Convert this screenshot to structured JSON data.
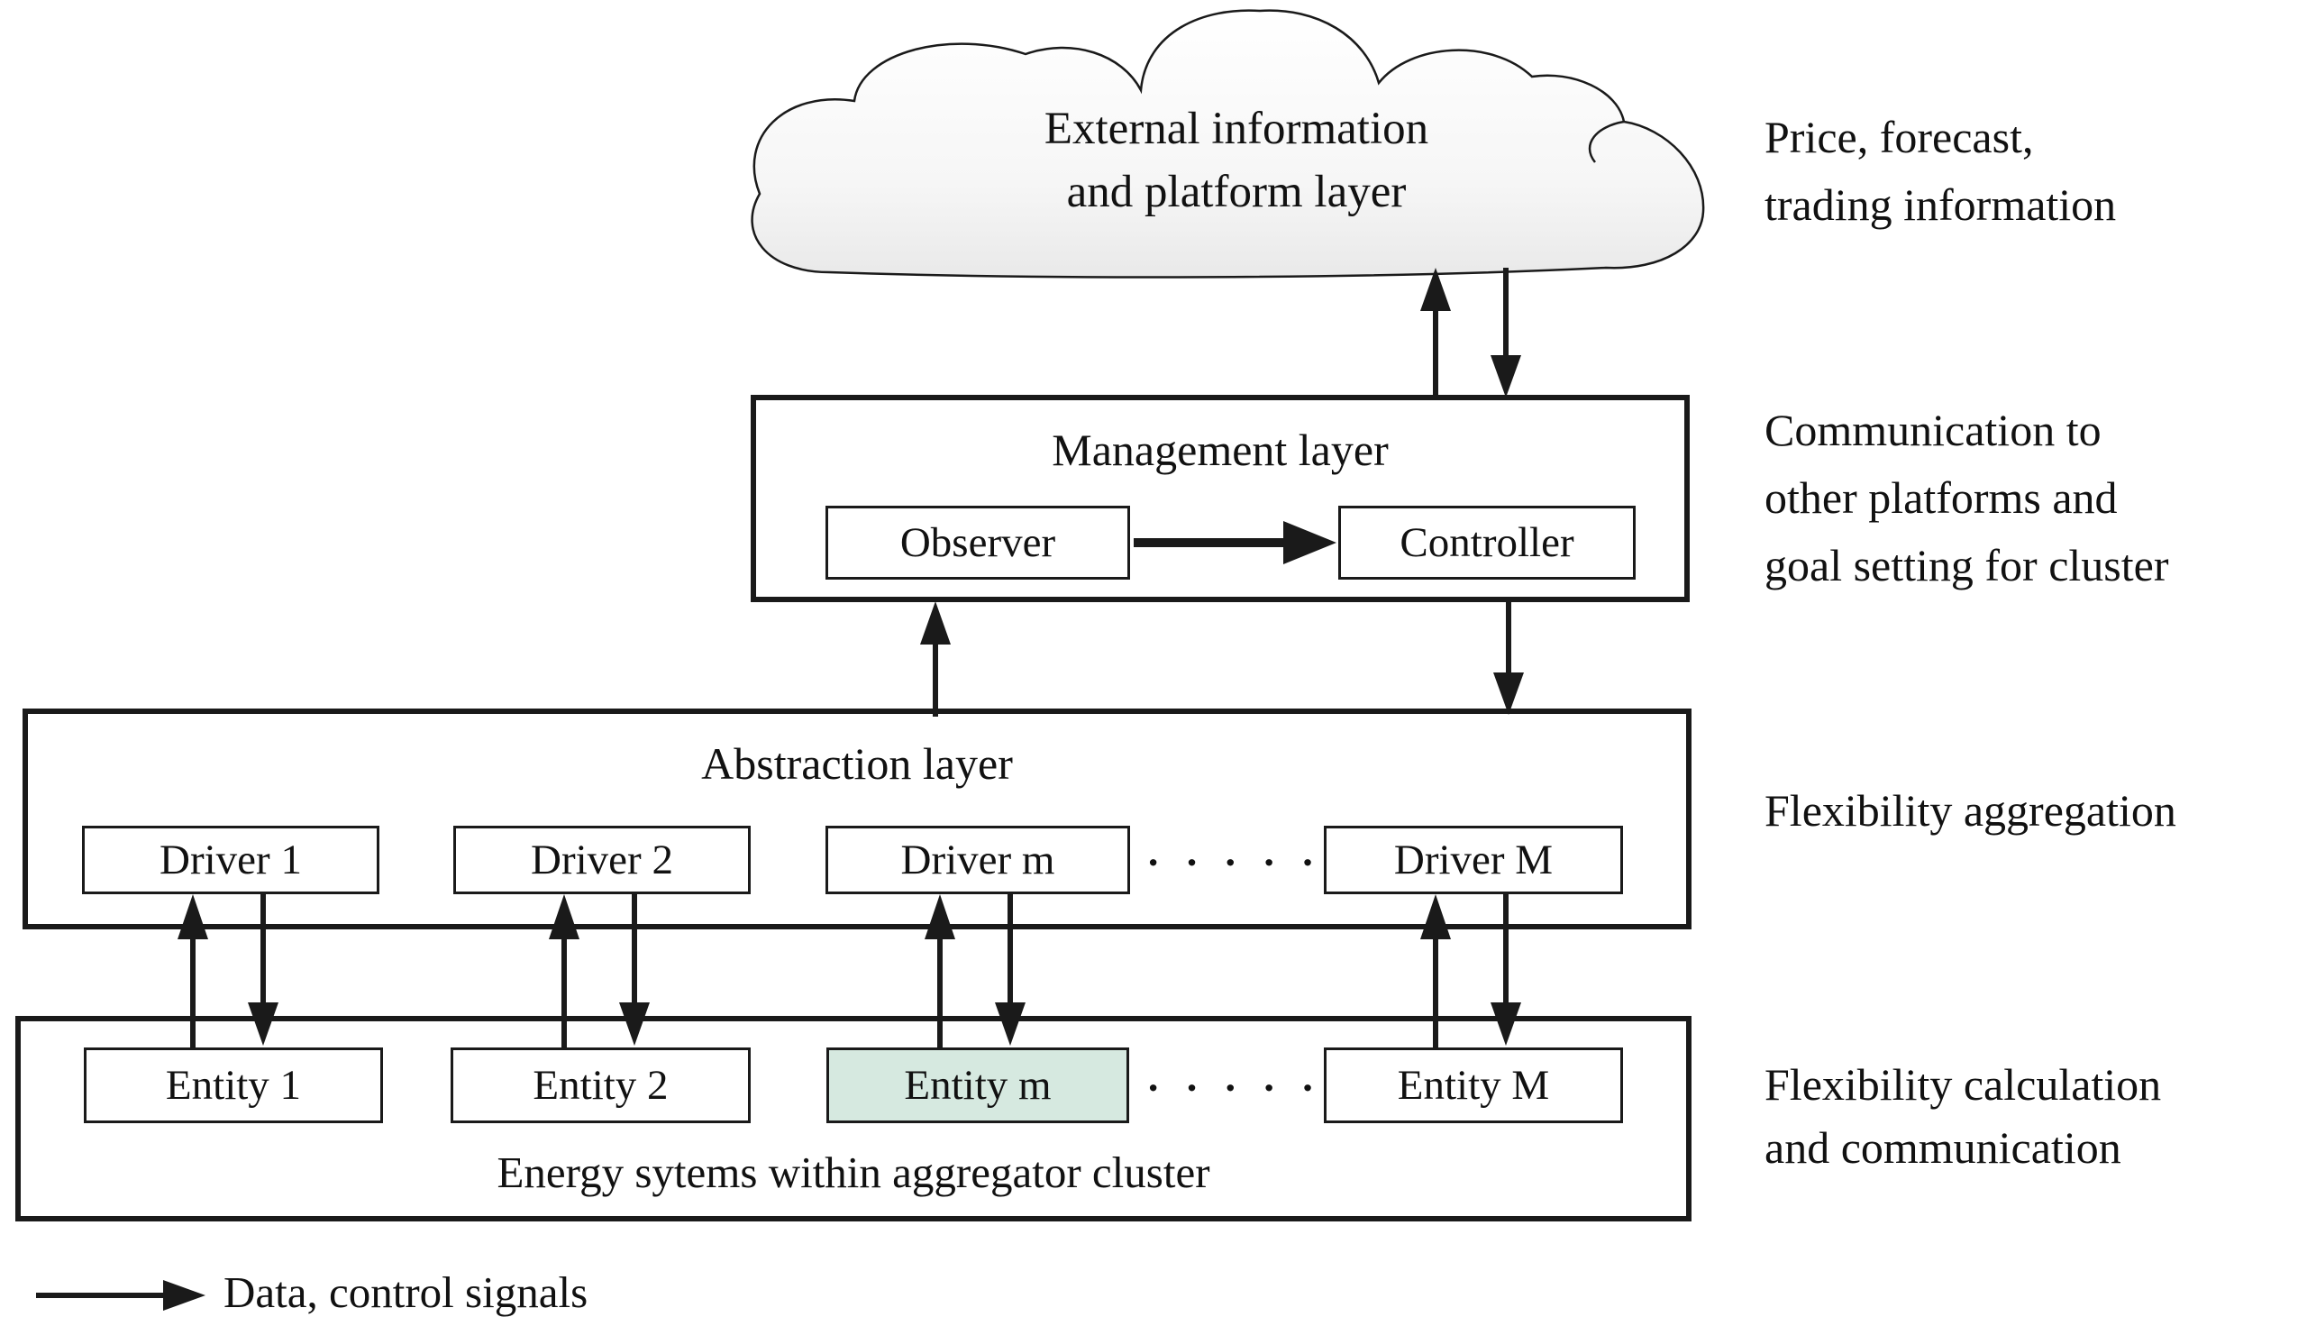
{
  "colors": {
    "line": "#1a1a1a",
    "highlight": "#d6e9e0"
  },
  "cloud": {
    "line1": "External information",
    "line2": "and platform layer"
  },
  "management": {
    "title": "Management layer",
    "observer_label": "Observer",
    "controller_label": "Controller"
  },
  "abstraction": {
    "title": "Abstraction layer",
    "drivers": [
      "Driver 1",
      "Driver 2",
      "Driver m",
      "Driver M"
    ],
    "dots": "· · · · ·"
  },
  "energy": {
    "entities": [
      "Entity 1",
      "Entity 2",
      "Entity m",
      "Entity M"
    ],
    "dots": "· · · · ·",
    "caption": "Energy sytems within aggregator cluster"
  },
  "annotations": {
    "top": [
      "Price, forecast,",
      "trading information"
    ],
    "management": [
      "Communication to",
      "other platforms and",
      "goal setting for cluster"
    ],
    "abstraction": [
      "Flexibility aggregation"
    ],
    "energy": [
      "Flexibility calculation",
      "and communication"
    ]
  },
  "legend": {
    "label": "Data, control signals"
  }
}
